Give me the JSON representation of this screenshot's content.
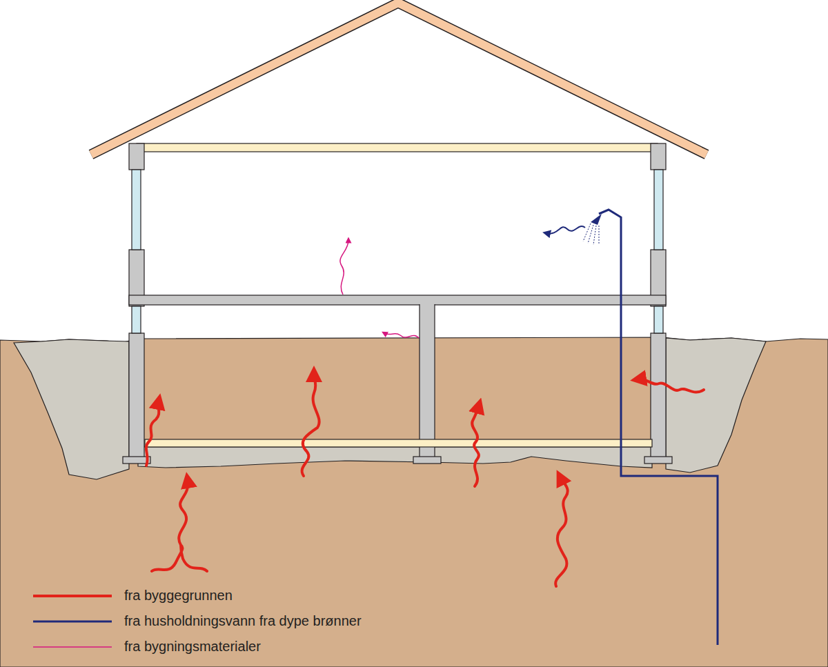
{
  "diagram": {
    "legend": [
      {
        "text": "fra byggegrunnen"
      },
      {
        "text": "fra husholdningsvann fra dype brønner"
      },
      {
        "text": "fra bygningsmaterialer"
      }
    ]
  }
}
